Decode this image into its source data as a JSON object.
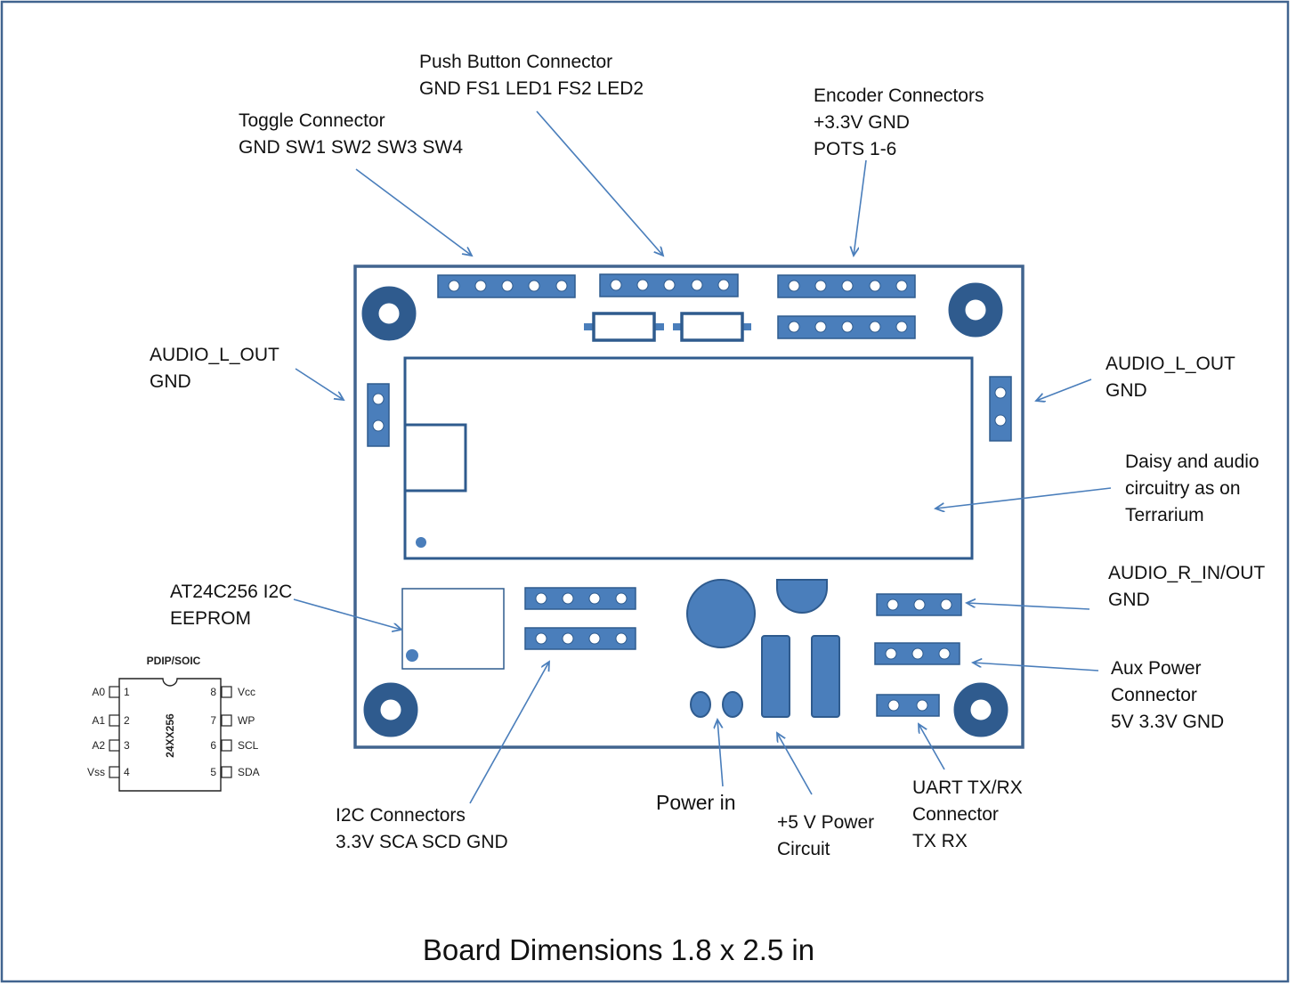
{
  "labels": {
    "push_button": [
      "Push Button Connector",
      "GND  FS1 LED1 FS2 LED2"
    ],
    "toggle": [
      "Toggle Connector",
      "GND SW1 SW2 SW3 SW4"
    ],
    "encoder": [
      "Encoder Connectors",
      "+3.3V GND",
      "POTS 1-6"
    ],
    "audio_l_out_left": [
      "AUDIO_L_OUT",
      "GND"
    ],
    "audio_l_out_right": [
      "AUDIO_L_OUT",
      "GND"
    ],
    "daisy": [
      "Daisy and audio",
      "circuitry as on",
      "Terrarium"
    ],
    "audio_r": [
      "AUDIO_R_IN/OUT",
      "GND"
    ],
    "aux_power": [
      "Aux Power",
      "Connector",
      "5V 3.3V  GND"
    ],
    "eeprom": [
      "AT24C256 I2C",
      "EEPROM"
    ],
    "i2c": [
      "I2C Connectors",
      "3.3V SCA SCD GND"
    ],
    "power_in": [
      "Power in"
    ],
    "power_circuit": [
      "+5 V Power",
      "Circuit"
    ],
    "uart": [
      "UART TX/RX",
      "Connector",
      "TX RX"
    ]
  },
  "chip": {
    "package": "PDIP/SOIC",
    "part": "24XX256",
    "left_pins": [
      {
        "name": "A0",
        "num": "1"
      },
      {
        "name": "A1",
        "num": "2"
      },
      {
        "name": "A2",
        "num": "3"
      },
      {
        "name": "Vss",
        "num": "4"
      }
    ],
    "right_pins": [
      {
        "name": "Vcc",
        "num": "8"
      },
      {
        "name": "WP",
        "num": "7"
      },
      {
        "name": "SCL",
        "num": "6"
      },
      {
        "name": "SDA",
        "num": "5"
      }
    ]
  },
  "footer": "Board Dimensions 1.8 x 2.5 in",
  "colors": {
    "board_outline": "#41648f",
    "component": "#4a7ebb",
    "arrow": "#4a7ebb",
    "frame": "#41648f"
  }
}
